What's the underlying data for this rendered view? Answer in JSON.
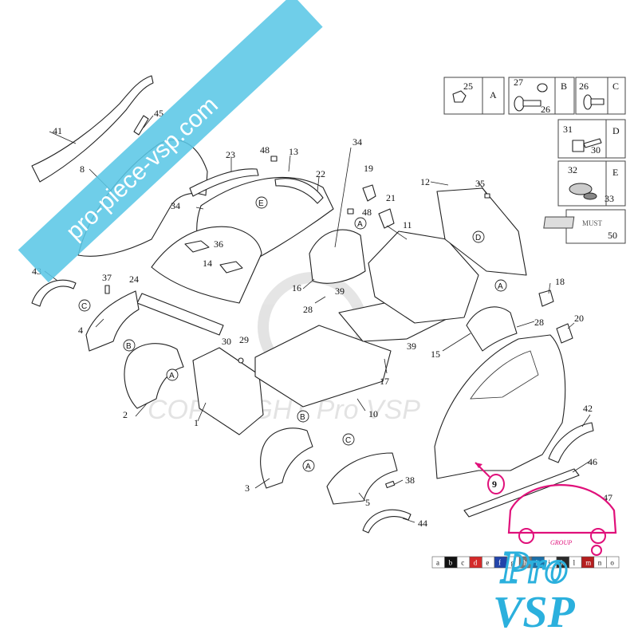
{
  "watermark": {
    "banner_text": "pro-piece-vsp.com",
    "copyright_text": "COPYRIGHT Pro VSP",
    "banner_color": "#5bc7e6"
  },
  "brand": {
    "group_label": "GROUP",
    "logo_line1": "Pro",
    "logo_line2": "VSP",
    "logo_color": "#2bb0dd",
    "accent_color": "#e0107a"
  },
  "palette": {
    "labels": [
      "a",
      "b",
      "c",
      "d",
      "e",
      "f",
      "g",
      "h",
      "i",
      "j",
      "k",
      "l",
      "m",
      "n",
      "o"
    ],
    "colors": [
      "#ffffff",
      "#111111",
      "#ffffff",
      "#d42a2a",
      "#ffffff",
      "#2244aa",
      "#ffffff",
      "#7a7a7a",
      "#1a6fa8",
      "#ffffff",
      "#2b2b2b",
      "#ffffff",
      "#b51e1e",
      "#ffffff",
      "#ffffff"
    ]
  },
  "reference_boxes": [
    {
      "letter": "A",
      "numbers": [
        "25"
      ]
    },
    {
      "letter": "B",
      "numbers": [
        "27",
        "26"
      ]
    },
    {
      "letter": "C",
      "numbers": [
        "26"
      ]
    },
    {
      "letter": "D",
      "numbers": [
        "31",
        "30"
      ]
    },
    {
      "letter": "E",
      "numbers": [
        "32",
        "33"
      ]
    },
    {
      "letter": "",
      "numbers": [
        "50"
      ]
    }
  ],
  "part_labels": {
    "p1": "1",
    "p2": "2",
    "p3": "3",
    "p4": "4",
    "p5": "5",
    "p8": "8",
    "p9": "9",
    "p10": "10",
    "p11": "11",
    "p12": "12",
    "p13": "13",
    "p14": "14",
    "p15": "15",
    "p16": "16",
    "p17": "17",
    "p18": "18",
    "p19": "19",
    "p20": "20",
    "p21": "21",
    "p22": "22",
    "p23": "23",
    "p24": "24",
    "p28a": "28",
    "p28b": "28",
    "p29": "29",
    "p30": "30",
    "p34a": "34",
    "p34b": "34",
    "p35": "35",
    "p36": "36",
    "p37": "37",
    "p38": "38",
    "p39a": "39",
    "p39b": "39",
    "p41": "41",
    "p42": "42",
    "p43": "43",
    "p44": "44",
    "p45": "45",
    "p46": "46",
    "p47": "47",
    "p48a": "48",
    "p48b": "48"
  },
  "callouts": {
    "A": "A",
    "B": "B",
    "C": "C",
    "D": "D",
    "E": "E"
  },
  "ref_badge_text": "MUST"
}
